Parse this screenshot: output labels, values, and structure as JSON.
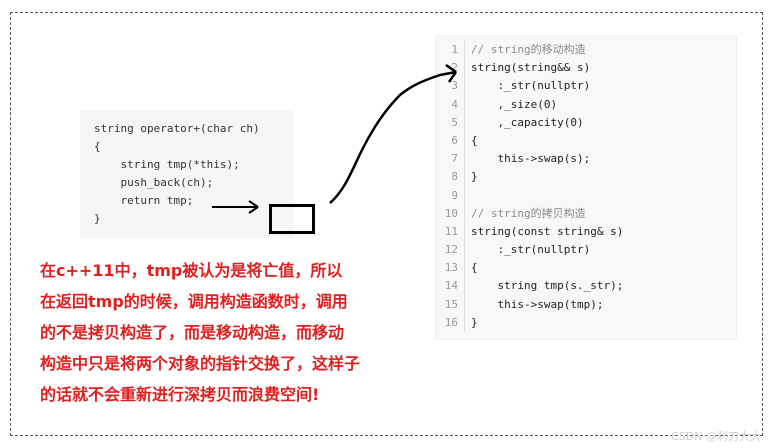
{
  "left_code": {
    "lines": [
      "string operator+(char ch)",
      "{",
      "    string tmp(*this);",
      "    push_back(ch);",
      "    return tmp;",
      "}"
    ]
  },
  "right_code": {
    "lines": [
      {
        "n": "1",
        "text": "// string的移动构造"
      },
      {
        "n": "2",
        "text": "string(string&& s)"
      },
      {
        "n": "3",
        "text": "    :_str(nullptr)"
      },
      {
        "n": "4",
        "text": "    ,_size(0)"
      },
      {
        "n": "5",
        "text": "    ,_capacity(0)"
      },
      {
        "n": "6",
        "text": "{"
      },
      {
        "n": "7",
        "text": "    this->swap(s);"
      },
      {
        "n": "8",
        "text": "}"
      },
      {
        "n": "9",
        "text": ""
      },
      {
        "n": "10",
        "text": "// string的拷贝构造"
      },
      {
        "n": "11",
        "text": "string(const string& s)"
      },
      {
        "n": "12",
        "text": "    :_str(nullptr)"
      },
      {
        "n": "13",
        "text": "{"
      },
      {
        "n": "14",
        "text": "    string tmp(s._str);"
      },
      {
        "n": "15",
        "text": "    this->swap(tmp);"
      },
      {
        "n": "16",
        "text": "}"
      }
    ]
  },
  "annotation": {
    "lines": [
      "在c++11中，tmp被认为是将亡值，所以",
      "在返回tmp的时候，调用构造函数时，调用",
      "的不是拷贝构造了，而是移动构造，而移动",
      "构造中只是将两个对象的指针交换了，这样子",
      "的话就不会重新进行深拷贝而浪费空间!"
    ]
  },
  "watermark": "CSDN @利刃大大",
  "colors": {
    "annotation": "#e02020",
    "keyword": "#0000cc",
    "comment": "#8a8a8a",
    "literal": "#a0522d"
  }
}
